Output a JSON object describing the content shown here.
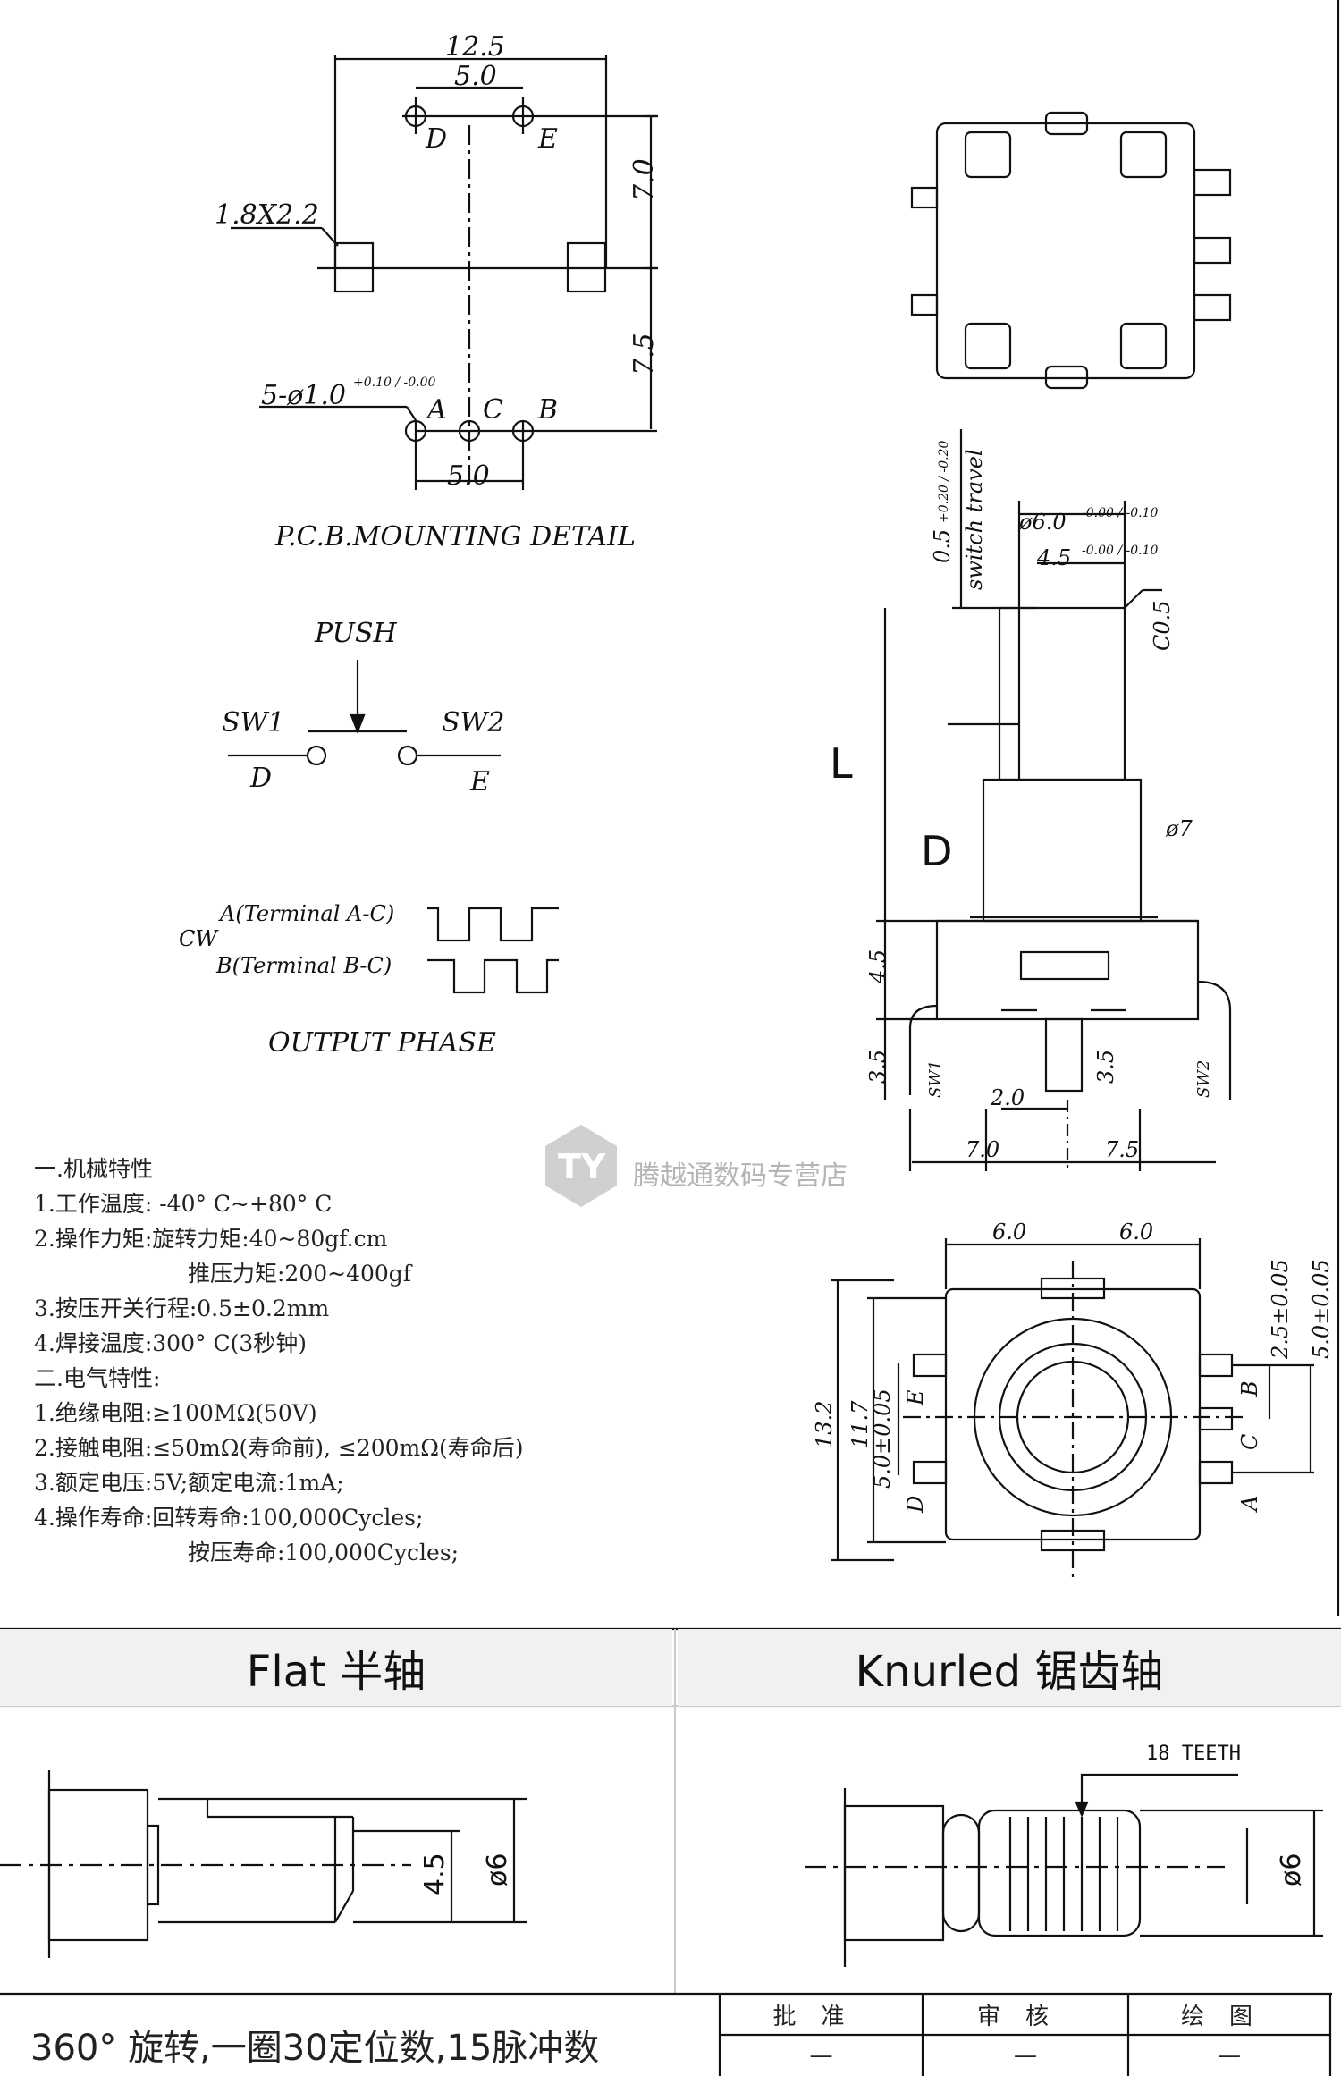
{
  "pcb": {
    "dim_total_width": "12.5",
    "dim_de_spacing": "5.0",
    "label_d": "D",
    "label_e": "E",
    "dim_7_0": "7.0",
    "dim_7_5": "7.5",
    "pad_size": "1.8X2.2",
    "hole_spec": "5-ø1.0",
    "hole_tol": "+0.10 / -0.00",
    "label_a": "A",
    "label_c": "C",
    "label_b": "B",
    "dim_abc_spacing": "5.0",
    "caption": "P.C.B.MOUNTING  DETAIL"
  },
  "switch_diagram": {
    "push": "PUSH",
    "sw1": "SW1",
    "sw2": "SW2",
    "d": "D",
    "e": "E"
  },
  "phase": {
    "cw": "CW",
    "a_label": "A(Terminal  A-C)",
    "b_label": "B(Terminal  B-C)",
    "caption": "OUTPUT  PHASE"
  },
  "side_view": {
    "travel": "0.5",
    "travel_tol": "+0.20 / -0.20",
    "travel_label": "switch travel",
    "shaft_dia": "ø6.0",
    "shaft_tol": "-0.00 / -0.10",
    "flat_dia": "4.5",
    "flat_tol": "-0.00 / -0.10",
    "chamfer": "C0.5",
    "l": "L",
    "d": "D",
    "bush_dia": "ø7",
    "dim_4_5": "4.5",
    "dim_3_5_left": "3.5",
    "dim_3_5_right": "3.5",
    "sw1": "SW1",
    "sw2": "SW2",
    "dim_2_0": "2.0",
    "dim_7_0": "7.0",
    "dim_7_5": "7.5"
  },
  "bottom_view": {
    "dim_6_left": "6.0",
    "dim_6_right": "6.0",
    "dim_13_2": "13.2",
    "dim_11_7": "11.7",
    "dim_5_left": "5.0±0.05",
    "dim_2_5": "2.5±0.05",
    "dim_5_right": "5.0±0.05",
    "e": "E",
    "d": "D",
    "b": "B",
    "c": "C",
    "a": "A"
  },
  "watermark": "腾越通数码专营店",
  "specs": {
    "mech_title": "一.机械特性",
    "mech1": "1.工作温度: -40° C~+80° C",
    "mech2": "2.操作力矩:旋转力矩:40~80gf.cm",
    "mech2b": "推压力矩:200~400gf",
    "mech3": "3.按压开关行程:0.5±0.2mm",
    "mech4": "4.焊接温度:300° C(3秒钟)",
    "elec_title": "二.电气特性:",
    "elec1": "1.绝缘电阻:≥100MΩ(50V)",
    "elec2": "2.接触电阻:≤50mΩ(寿命前), ≤200mΩ(寿命后)",
    "elec3": "3.额定电压:5V;额定电流:1mA;",
    "elec4": "4.操作寿命:回转寿命:100,000Cycles;",
    "elec4b": "按压寿命:100,000Cycles;"
  },
  "shafts": {
    "flat_header": "Flat  半轴",
    "knurled_header": "Knurled  锯齿轴",
    "flat_dim_4_5": "4.5",
    "flat_dim_6": "ø6",
    "teeth": "18 TEETH",
    "knurl_dim_6": "ø6"
  },
  "footer": {
    "note": "360° 旋转,一圈30定位数,15脉冲数",
    "approve": "批准",
    "review": "审核",
    "draw": "绘图",
    "dash": "—"
  }
}
